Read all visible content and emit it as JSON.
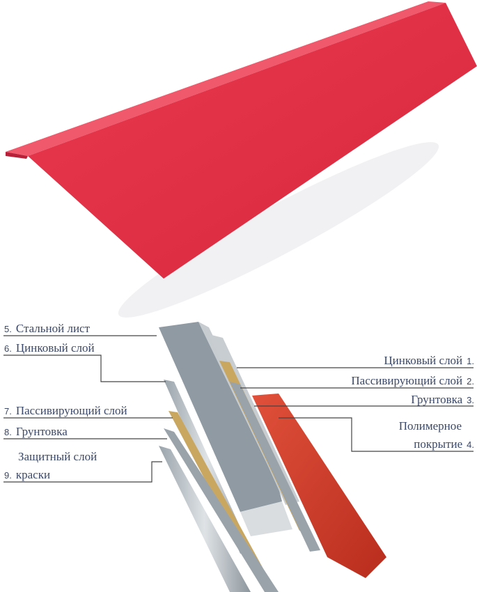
{
  "product": {
    "name": "red-roof-ridge-angle",
    "color": "#e0344a"
  },
  "layers_left": [
    {
      "num": "5.",
      "text": "Стальной лист"
    },
    {
      "num": "6.",
      "text": "Цинковый слой"
    },
    {
      "num": "7.",
      "text": "Пассивирующий слой"
    },
    {
      "num": "8.",
      "text": "Грунтовка"
    },
    {
      "num": "9.",
      "text_line1": "Защитный слой",
      "text_line2": "краски"
    }
  ],
  "layers_right": [
    {
      "num": "1.",
      "text": "Цинковый слой"
    },
    {
      "num": "2.",
      "text": "Пассивирующий слой"
    },
    {
      "num": "3.",
      "text": "Грунтовка"
    },
    {
      "num": "4.",
      "text_line1": "Полимерное",
      "text_line2": "покрытие"
    }
  ]
}
